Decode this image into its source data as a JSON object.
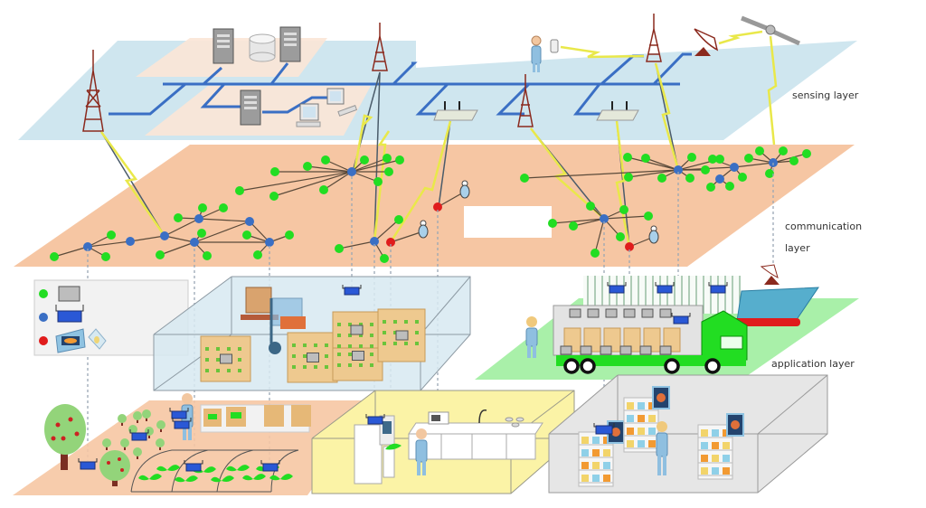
{
  "title": "IoT layered architecture",
  "layers": {
    "sensing": {
      "label": "sensing layer",
      "color": "#cfe6ef"
    },
    "communication": {
      "label_line1": "communication",
      "label_line2": "layer",
      "color": "#f6c6a3"
    },
    "application": {
      "label": "application layer"
    }
  },
  "legend": {
    "items": [
      {
        "dot": "green",
        "dot_color": "#22dd22",
        "device": "gray-sensor-tag"
      },
      {
        "dot": "blue",
        "dot_color": "#3a6fc4",
        "device": "blue-reader"
      },
      {
        "dot": "red",
        "dot_color": "#e01c1c",
        "device": "handheld-terminal"
      }
    ]
  },
  "colors": {
    "network_line": "#3a6fc4",
    "tower": "#8b2a1e",
    "lightning": "#e9e84a",
    "node_green": "#22dd22",
    "node_blue": "#3a6fc4",
    "node_red": "#e01c1c",
    "warehouse": "#d7e9f1",
    "kitchen": "#fbf3a6",
    "store": "#e6e6e6",
    "farm": "#f6c6a3",
    "truck": "#22dd22",
    "logistics_ground": "#a9f0a9"
  },
  "scenes": [
    {
      "name": "agriculture",
      "elements": [
        "fruit trees",
        "greenhouse",
        "seedlings",
        "readers"
      ]
    },
    {
      "name": "warehouse",
      "elements": [
        "forklift",
        "stacked boxes",
        "reader"
      ]
    },
    {
      "name": "logistics",
      "elements": [
        "truck",
        "ship",
        "containers",
        "readers"
      ]
    },
    {
      "name": "smart home",
      "elements": [
        "refrigerator",
        "microwave",
        "kitchen counter",
        "person"
      ]
    },
    {
      "name": "retail",
      "elements": [
        "shelves",
        "displays",
        "person",
        "reader"
      ]
    }
  ]
}
